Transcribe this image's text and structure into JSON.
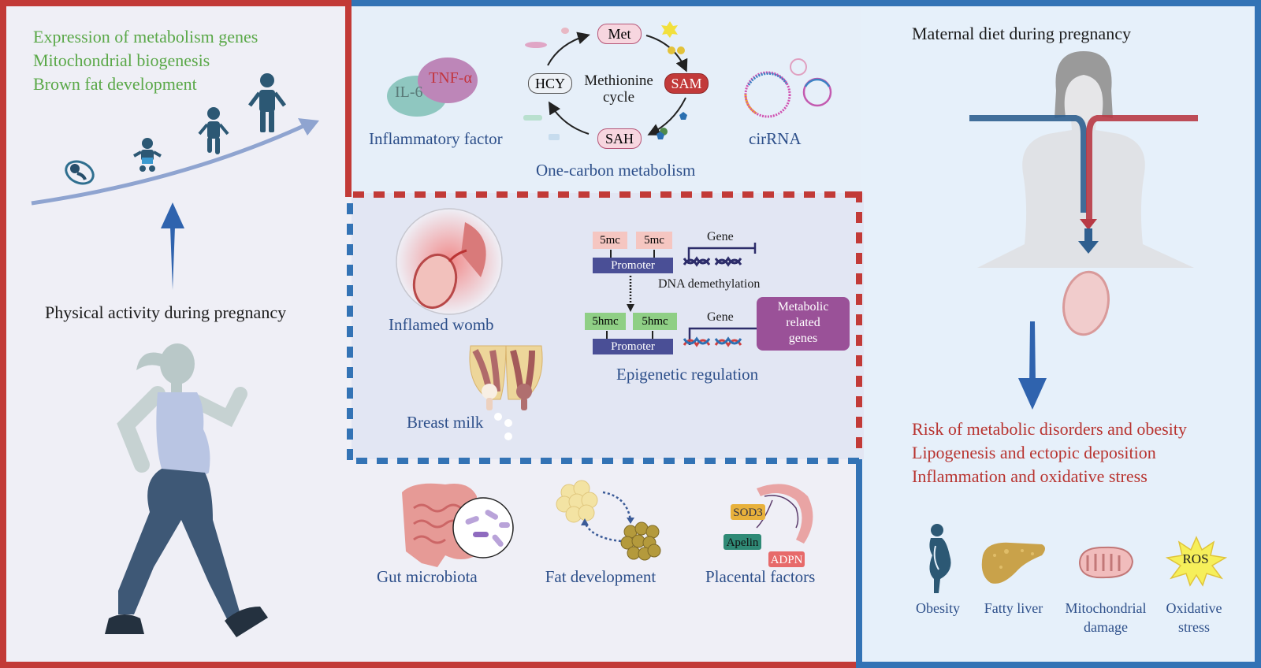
{
  "left_panel": {
    "benefits": [
      "Expression of metabolism genes",
      "Mitochondrial biogenesis",
      "Brown fat development"
    ],
    "caption": "Physical activity during pregnancy",
    "growth_stages": [
      "fetus-icon",
      "baby-icon",
      "child-icon",
      "adult-icon"
    ]
  },
  "top_panel": {
    "inflammatory": {
      "il6": "IL-6",
      "tnf": "TNF-α",
      "label": "Inflammatory factor"
    },
    "methionine_cycle": {
      "center_label_1": "Methionine",
      "center_label_2": "cycle",
      "nodes": {
        "met": "Met",
        "sam": "SAM",
        "sah": "SAH",
        "hcy": "HCY"
      },
      "label": "One-carbon metabolism"
    },
    "circrna": {
      "label": "cirRNA"
    }
  },
  "middle_panel": {
    "womb_label": "Inflamed womb",
    "milk_label": "Breast milk",
    "epigenetic": {
      "methyl_marks": [
        "5mc",
        "5mc"
      ],
      "hydroxymethyl_marks": [
        "5hmc",
        "5hmc"
      ],
      "promoter": "Promoter",
      "gene": "Gene",
      "demethylation": "DNA demethylation",
      "target_box_lines": [
        "Metabolic",
        "related",
        "genes"
      ],
      "label": "Epigenetic regulation"
    }
  },
  "bottom_panel": {
    "gut_label": "Gut microbiota",
    "fat_label": "Fat development",
    "placental_label": "Placental factors",
    "placental_factors": [
      "SOD3",
      "Apelin",
      "ADPN"
    ]
  },
  "right_panel": {
    "title": "Maternal diet during pregnancy",
    "risks": [
      "Risk of metabolic disorders and obesity",
      "Lipogenesis and ectopic deposition",
      "Inflammation and oxidative stress"
    ],
    "outcomes": [
      {
        "line1": "Obesity",
        "line2": ""
      },
      {
        "line1": "Fatty liver",
        "line2": ""
      },
      {
        "line1": "Mitochondrial",
        "line2": "damage"
      },
      {
        "line1": "Oxidative",
        "line2": "stress"
      }
    ],
    "ros_label": "ROS"
  },
  "colors": {
    "red_border": "#c23a37",
    "blue_border": "#3373b5",
    "green_text": "#5aa848",
    "navy_text": "#2d4f8a",
    "risk_text": "#b8332f"
  }
}
